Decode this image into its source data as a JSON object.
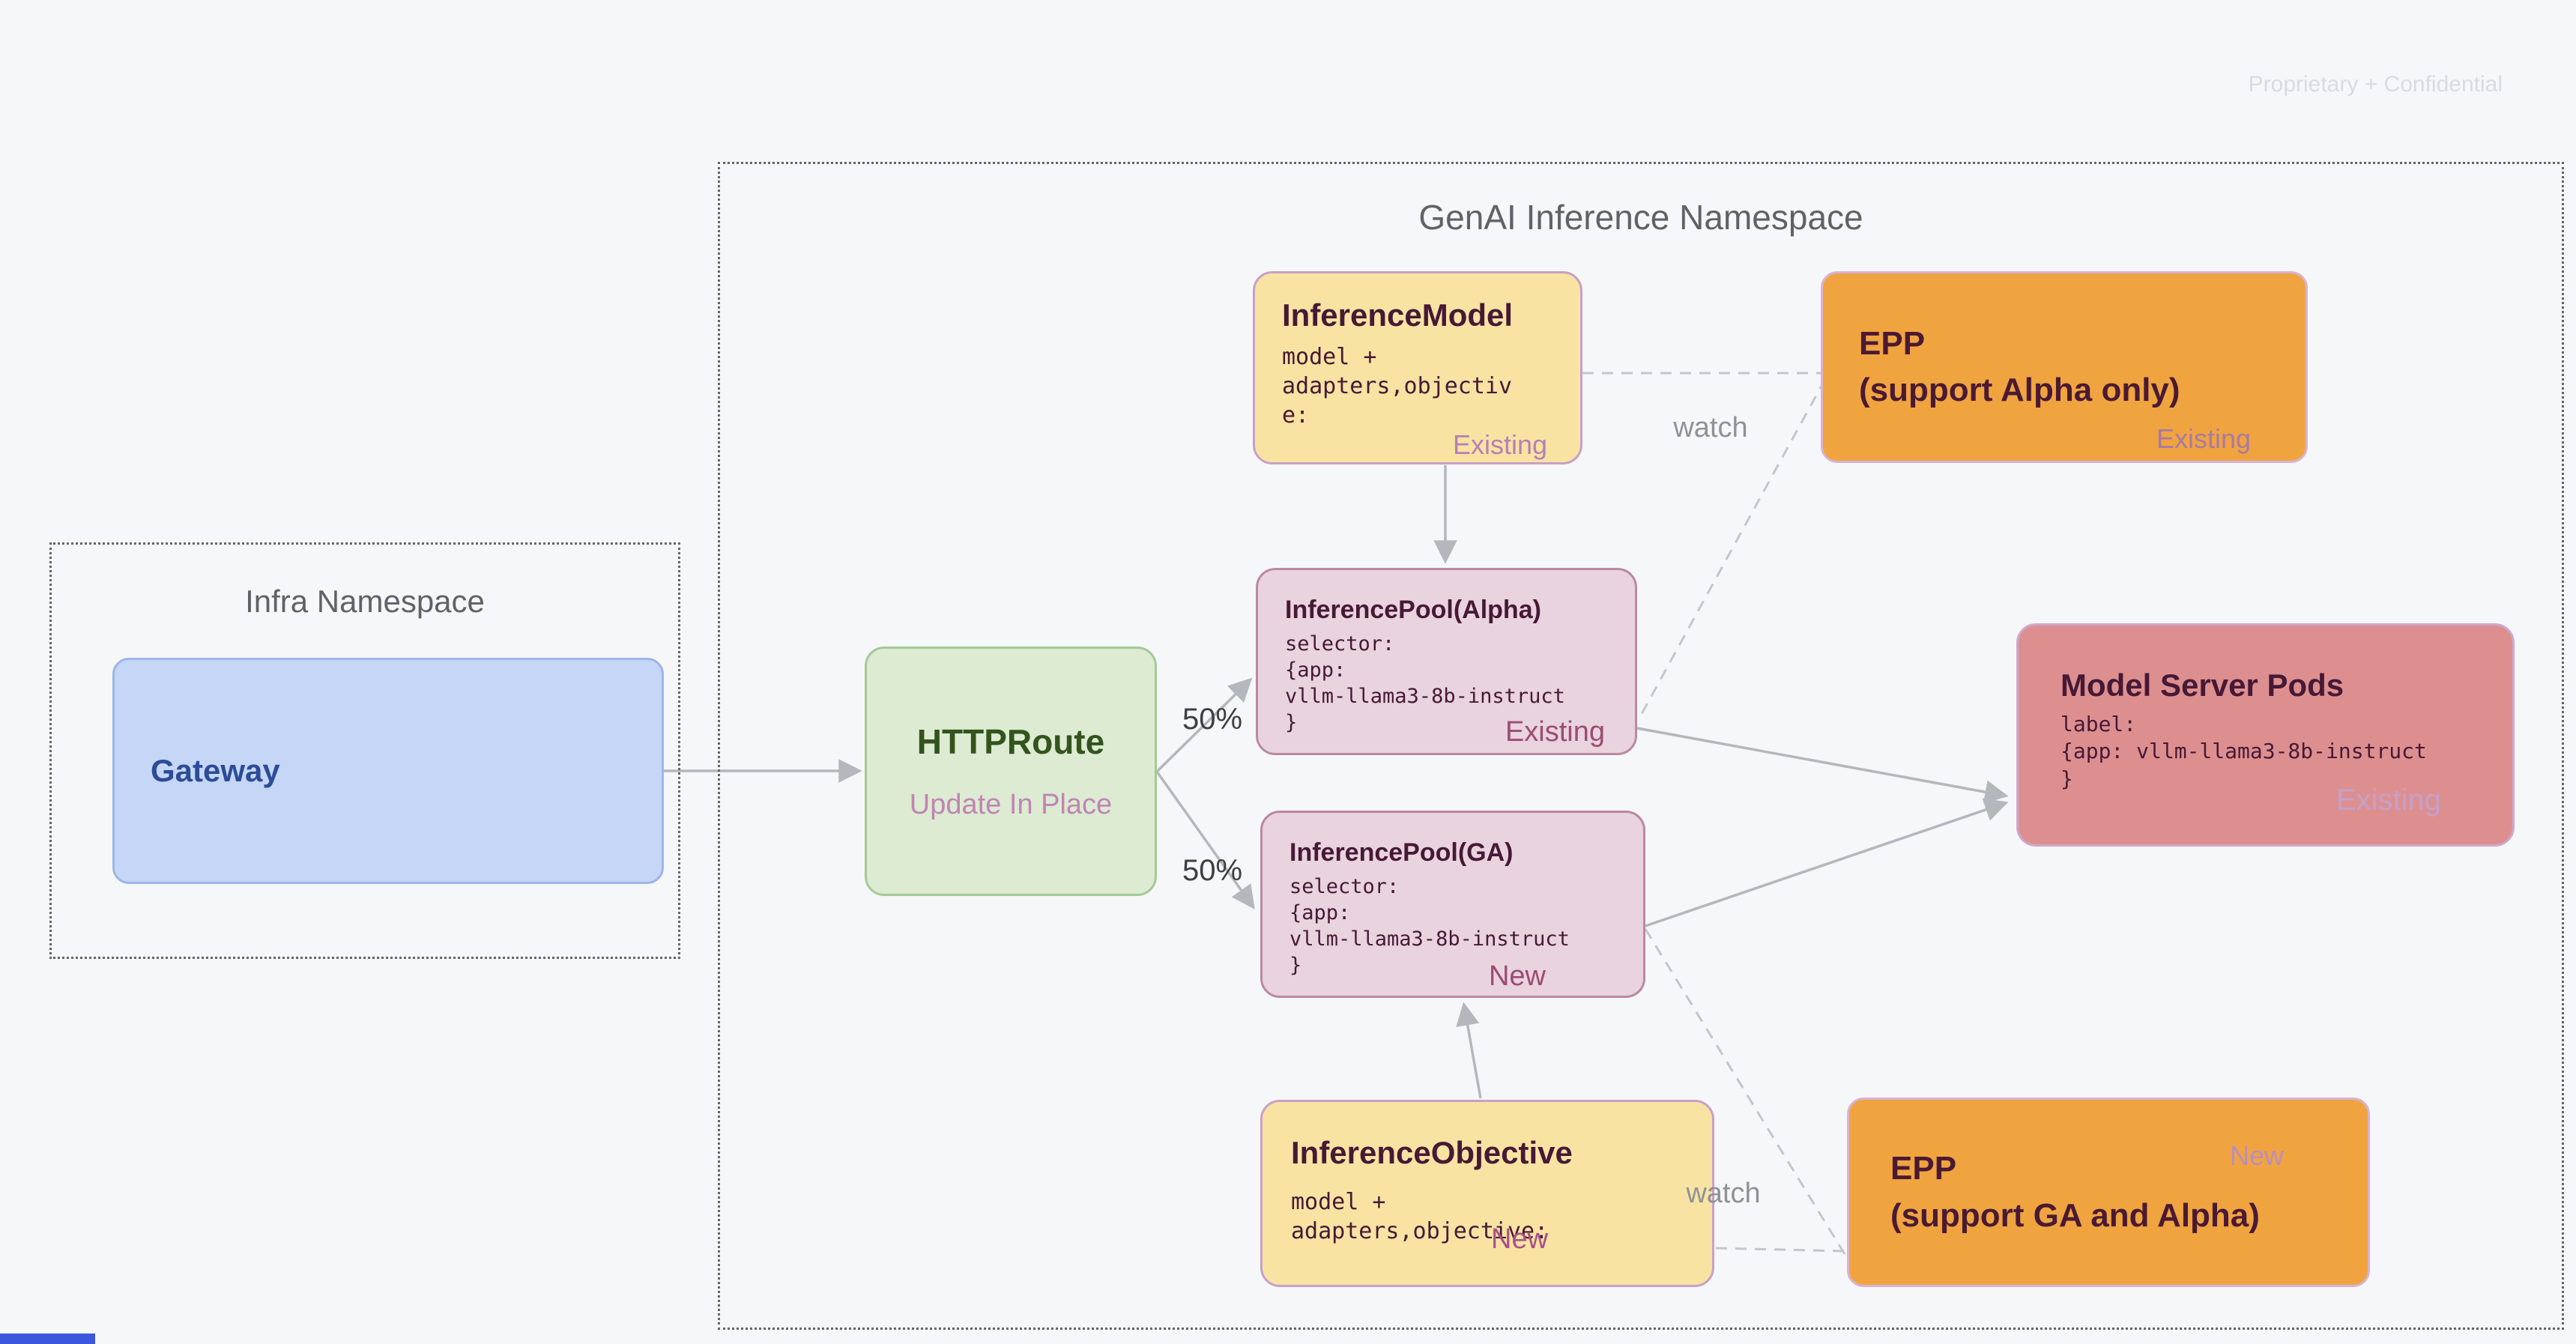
{
  "slide": {
    "watermark": "Proprietary + Confidential"
  },
  "namespaces": {
    "genai": {
      "title": "GenAI Inference Namespace"
    },
    "infra": {
      "title": "Infra Namespace"
    }
  },
  "nodes": {
    "gateway": {
      "title": "Gateway"
    },
    "httproute": {
      "title": "HTTPRoute",
      "status": "Update In Place"
    },
    "inference_model": {
      "title": "InferenceModel",
      "code": "model +\nadapters,objectiv\ne:",
      "tag": "Existing"
    },
    "epp_alpha": {
      "title": "EPP",
      "subtitle": "(support Alpha only)",
      "tag": "Existing"
    },
    "pool_alpha": {
      "title": "InferencePool(Alpha)",
      "code": "selector:\n{app:\nvllm-llama3-8b-instruct\n}",
      "tag": "Existing"
    },
    "pool_ga": {
      "title": "InferencePool(GA)",
      "code": "selector:\n{app:\nvllm-llama3-8b-instruct\n}",
      "tag": "New"
    },
    "model_server_pods": {
      "title": "Model Server Pods",
      "code": "label:\n{app: vllm-llama3-8b-instruct\n}",
      "tag": "Existing"
    },
    "inference_objective": {
      "title": "InferenceObjective",
      "code": "model +\nadapters,objective:",
      "tag": "New"
    },
    "epp_ga": {
      "title": "EPP",
      "subtitle": "(support GA and Alpha)",
      "tag": "New"
    }
  },
  "edge_labels": {
    "split_top": "50%",
    "split_bottom": "50%",
    "watch_top": "watch",
    "watch_bottom": "watch"
  },
  "colors": {
    "background": "#f6f7f9",
    "yellow_fill": "#f9e3a3",
    "yellow_border": "#c7a0c7",
    "orange_fill": "#f0a440",
    "orange_border": "#d8b2d5",
    "pool_fill": "#e8d3de",
    "pool_border": "#ba89a2",
    "rose_fill": "#dd8f90",
    "rose_border": "#cda9ce",
    "green_fill": "#dcebd2",
    "green_border": "#a5c996",
    "blue_fill": "#c5d6f6",
    "blue_border": "#9db5e8",
    "plum_text": "#461935",
    "green_text": "#33541d",
    "blue_text": "#2b4c98",
    "pink_status": "#c184b4",
    "tag_existing_dark": "#9d4b72",
    "tag_mauve": "#b67fb6",
    "arrow_gray": "#b4b7bc",
    "namespace_gray": "#5f6368",
    "watermark_gray": "#d9dbdf"
  }
}
